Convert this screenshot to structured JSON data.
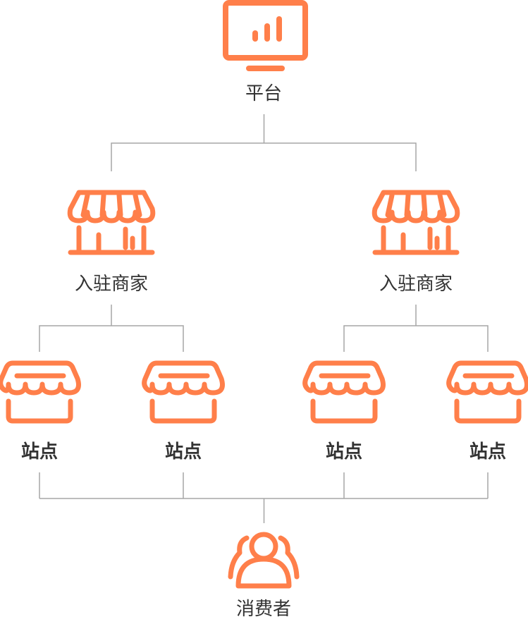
{
  "colors": {
    "accent": "#FF7F4A",
    "connector": "#A6A6A6",
    "text": "#333333"
  },
  "nodes": {
    "platform": {
      "label": "平台",
      "icon": "monitor-chart-icon"
    },
    "merchants": [
      {
        "label": "入驻商家",
        "icon": "storefront-icon"
      },
      {
        "label": "入驻商家",
        "icon": "storefront-icon"
      }
    ],
    "stations": [
      {
        "label": "站点",
        "icon": "shop-awning-icon"
      },
      {
        "label": "站点",
        "icon": "shop-awning-icon"
      },
      {
        "label": "站点",
        "icon": "shop-awning-icon"
      },
      {
        "label": "站点",
        "icon": "shop-awning-icon"
      }
    ],
    "consumer": {
      "label": "消费者",
      "icon": "users-group-icon"
    }
  }
}
